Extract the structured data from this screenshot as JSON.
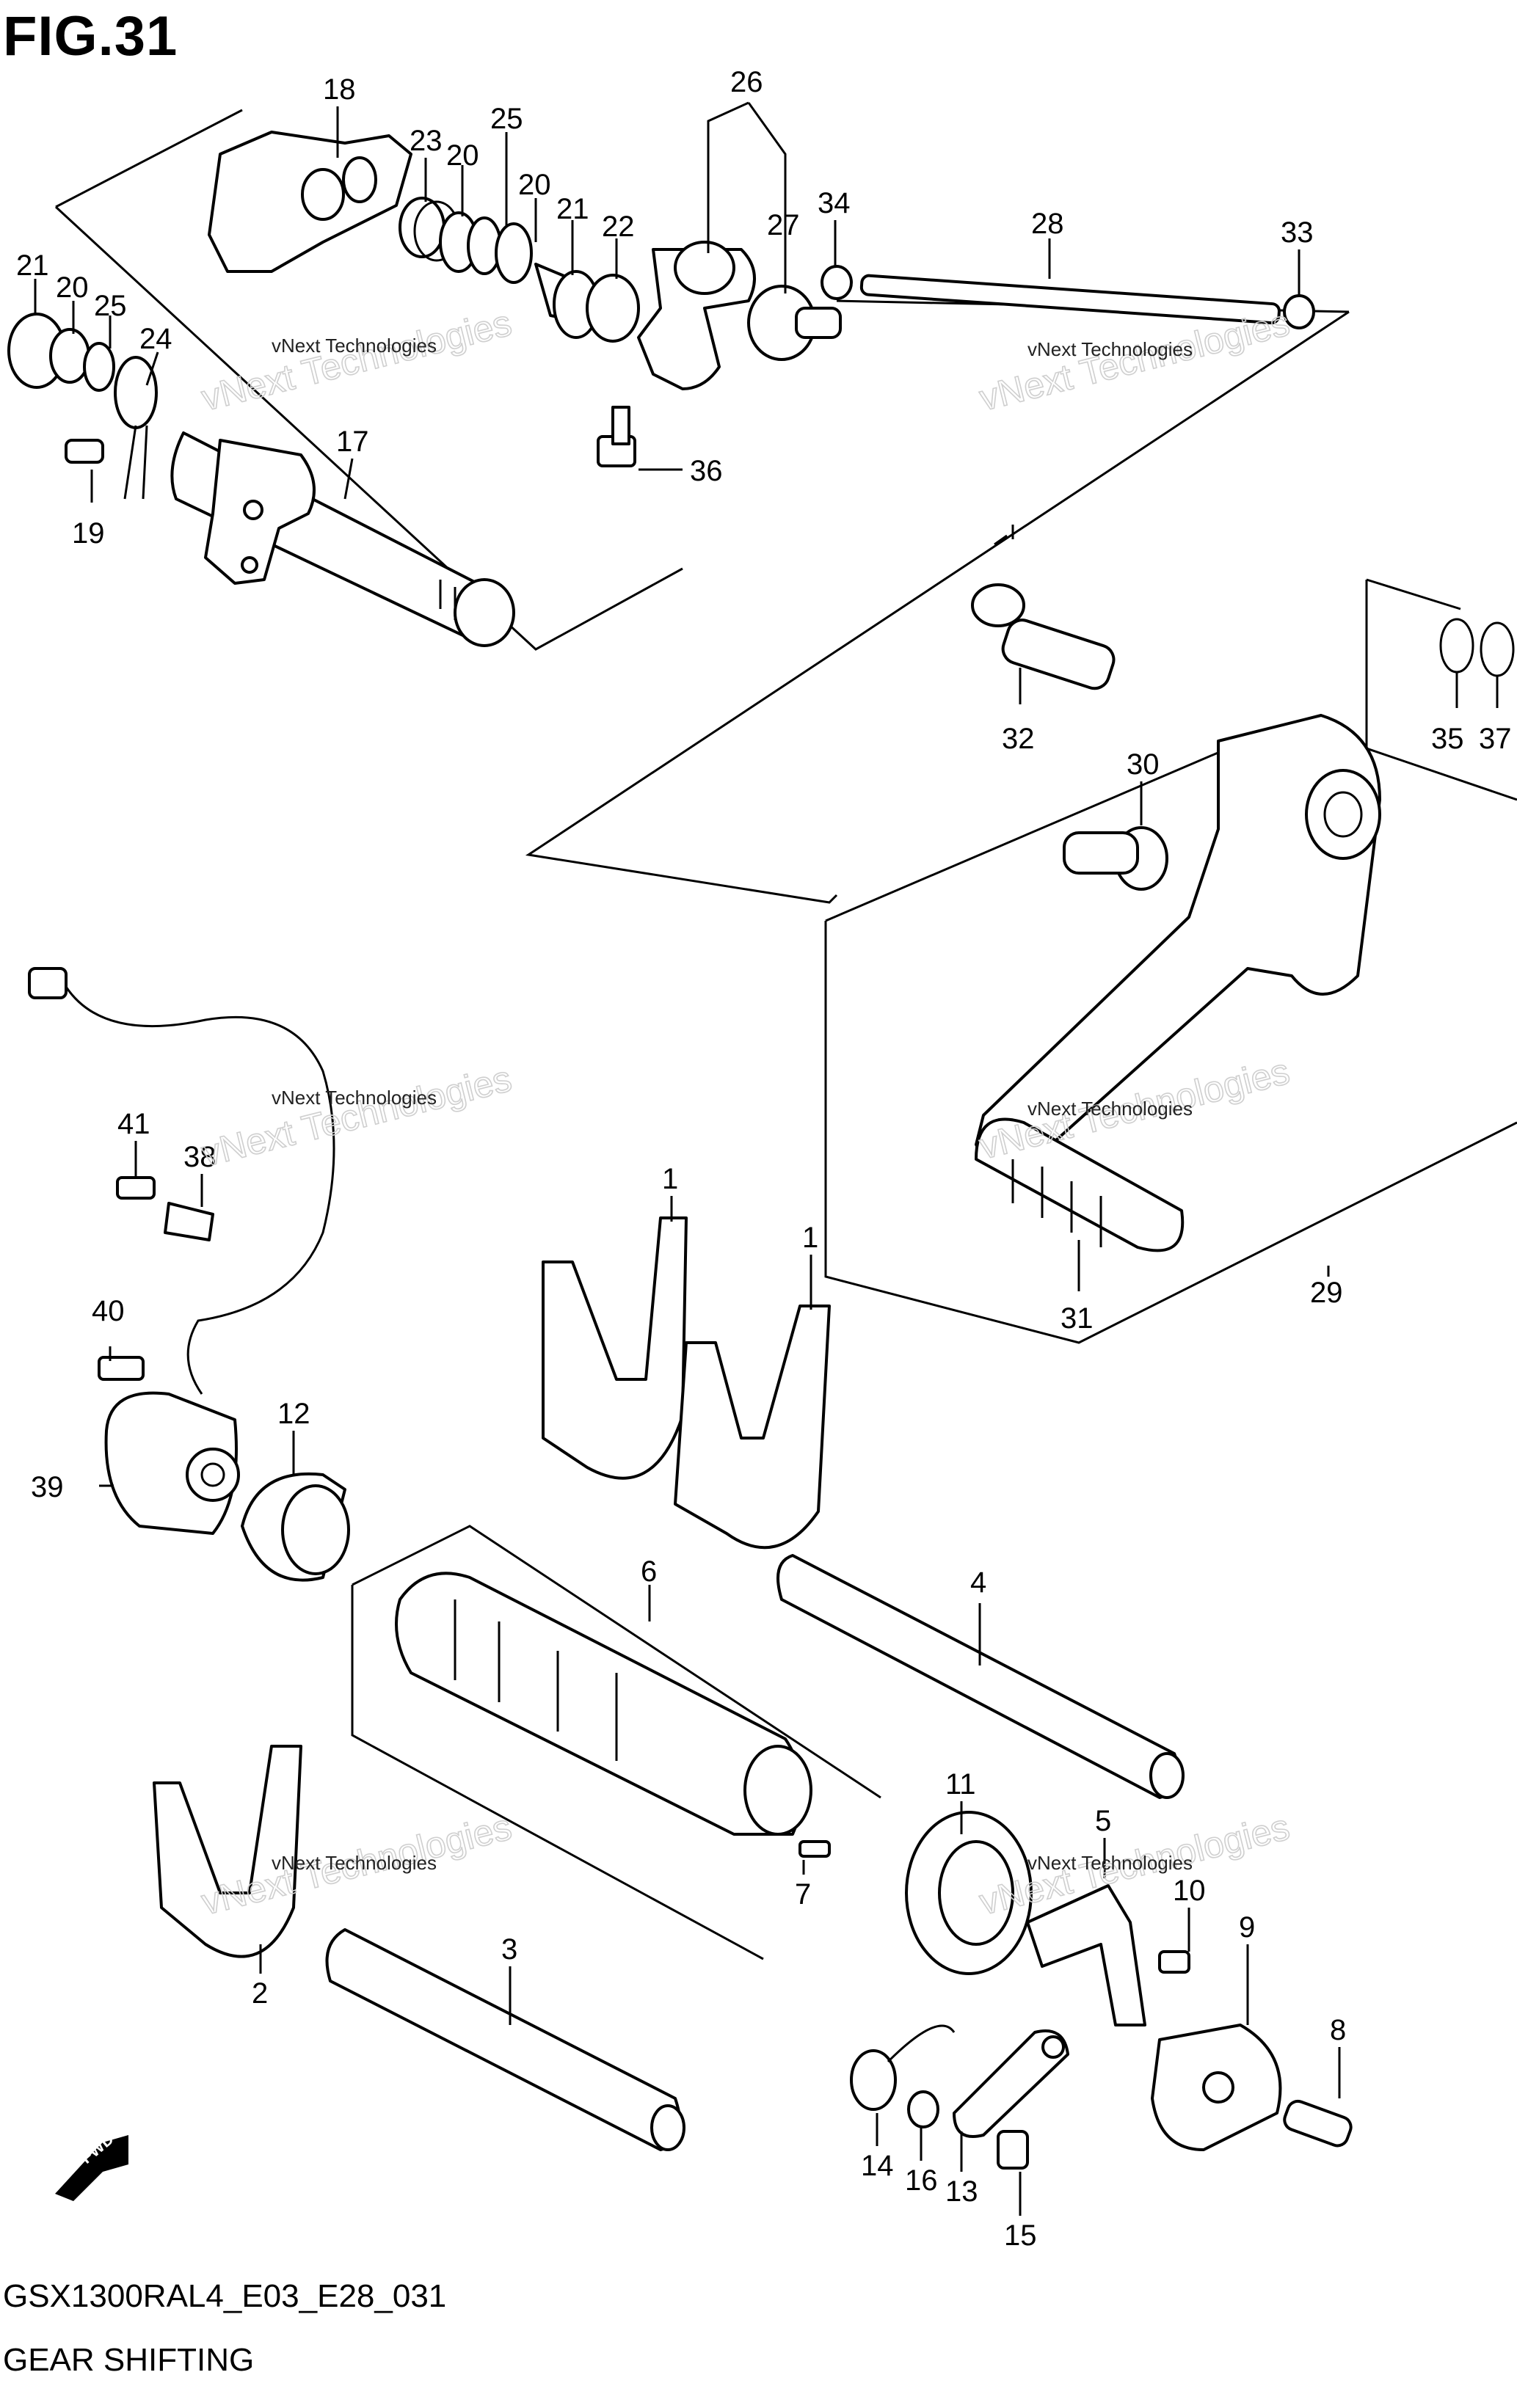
{
  "figure": {
    "title": "FIG.31",
    "code": "GSX1300RAL4_E03_E28_031",
    "caption": "GEAR SHIFTING"
  },
  "watermarks": [
    {
      "small": "vNext Technologies",
      "big": "vNext Technologies"
    },
    {
      "small": "vNext Technologies",
      "big": "vNext Technologies"
    },
    {
      "small": "vNext Technologies",
      "big": "vNext Technologies"
    },
    {
      "small": "vNext Technologies",
      "big": "vNext Technologies"
    },
    {
      "small": "vNext Technologies",
      "big": "vNext Technologies"
    },
    {
      "small": "vNext Technologies",
      "big": "vNext Technologies"
    }
  ],
  "direction_badge": "FWD",
  "callouts": [
    {
      "id": "c18",
      "label": "18"
    },
    {
      "id": "c26",
      "label": "26"
    },
    {
      "id": "c23",
      "label": "23"
    },
    {
      "id": "c20a",
      "label": "20"
    },
    {
      "id": "c25a",
      "label": "25"
    },
    {
      "id": "c20b",
      "label": "20"
    },
    {
      "id": "c21a",
      "label": "21"
    },
    {
      "id": "c22",
      "label": "22"
    },
    {
      "id": "c27",
      "label": "27"
    },
    {
      "id": "c34",
      "label": "34"
    },
    {
      "id": "c28",
      "label": "28"
    },
    {
      "id": "c33",
      "label": "33"
    },
    {
      "id": "c21b",
      "label": "21"
    },
    {
      "id": "c20c",
      "label": "20"
    },
    {
      "id": "c25b",
      "label": "25"
    },
    {
      "id": "c24",
      "label": "24"
    },
    {
      "id": "c17",
      "label": "17"
    },
    {
      "id": "c19",
      "label": "19"
    },
    {
      "id": "c36",
      "label": "36"
    },
    {
      "id": "c32",
      "label": "32"
    },
    {
      "id": "c35",
      "label": "35"
    },
    {
      "id": "c37",
      "label": "37"
    },
    {
      "id": "c30",
      "label": "30"
    },
    {
      "id": "c41",
      "label": "41"
    },
    {
      "id": "c38",
      "label": "38"
    },
    {
      "id": "c1a",
      "label": "1"
    },
    {
      "id": "c1b",
      "label": "1"
    },
    {
      "id": "c29",
      "label": "29"
    },
    {
      "id": "c31",
      "label": "31"
    },
    {
      "id": "c40",
      "label": "40"
    },
    {
      "id": "c12",
      "label": "12"
    },
    {
      "id": "c39",
      "label": "39"
    },
    {
      "id": "c6",
      "label": "6"
    },
    {
      "id": "c4",
      "label": "4"
    },
    {
      "id": "c11",
      "label": "11"
    },
    {
      "id": "c5",
      "label": "5"
    },
    {
      "id": "c10",
      "label": "10"
    },
    {
      "id": "c9",
      "label": "9"
    },
    {
      "id": "c7",
      "label": "7"
    },
    {
      "id": "c2",
      "label": "2"
    },
    {
      "id": "c3",
      "label": "3"
    },
    {
      "id": "c8",
      "label": "8"
    },
    {
      "id": "c14",
      "label": "14"
    },
    {
      "id": "c16",
      "label": "16"
    },
    {
      "id": "c13",
      "label": "13"
    },
    {
      "id": "c15",
      "label": "15"
    }
  ]
}
